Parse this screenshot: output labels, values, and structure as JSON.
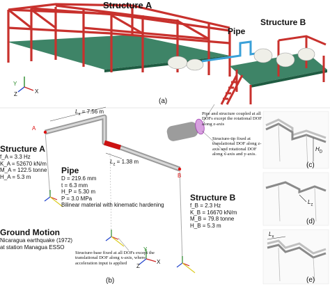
{
  "top": {
    "structure_a": "Structure A",
    "structure_b": "Structure B",
    "pipe": "Pipe",
    "panel": "(a)"
  },
  "diagram": {
    "point_a": "A",
    "point_b": "B",
    "lx": "L",
    "lx_sub": "x",
    "lx_value": " = 7.56 m",
    "lz": "L",
    "lz_sub": "z",
    "lz_value": " = 1.38 m",
    "note_top": "Pipe and structure coupled at all DOFs except the rotational DOF along z-axis",
    "note_tip": "Structure-tip fixed at translational DOF along z-axis and rotational DOF along x-axis and y-axis.",
    "note_base": "Structure-base fixed at all DOFs except the translational DOF along x-axis, where acceleration input is applied",
    "panel": "(b)"
  },
  "structure_a": {
    "title": "Structure A",
    "props": [
      "f_A = 3.3 Hz",
      "K_A = 52670 kN/m",
      "M_A = 122.5 tonne",
      "H_A = 5.3 m"
    ]
  },
  "pipe_props": {
    "title": "Pipe",
    "props": [
      "D = 219.6 mm",
      "t = 6.3 mm",
      "H_P = 5.30 m",
      "P = 3.0 MPa"
    ],
    "material": "Bilinear material with kinematic hardening"
  },
  "ground": {
    "title": "Ground Motion",
    "line1": "Nicaragua earthquake (1972)",
    "line2": "at station Managua ESSO"
  },
  "structure_b": {
    "title": "Structure B",
    "props": [
      "f_B = 2.3 Hz",
      "K_B = 16670 kN/m",
      "M_B = 79.8 tonne",
      "H_B = 5.3 m"
    ]
  },
  "right_panels": {
    "hd": "H",
    "hd_sub": "D",
    "lz": "L",
    "lz_sub": "z",
    "lx": "L",
    "lx_sub": "x",
    "c": "(c)",
    "d": "(d)",
    "e": "(e)"
  },
  "axes": {
    "x": "X",
    "y": "Y",
    "z": "Z"
  },
  "colors": {
    "frame": "#c8312d",
    "slab": "#2e7a5a",
    "pipe": "#3aa0d8",
    "elbow": "#cc1111"
  }
}
